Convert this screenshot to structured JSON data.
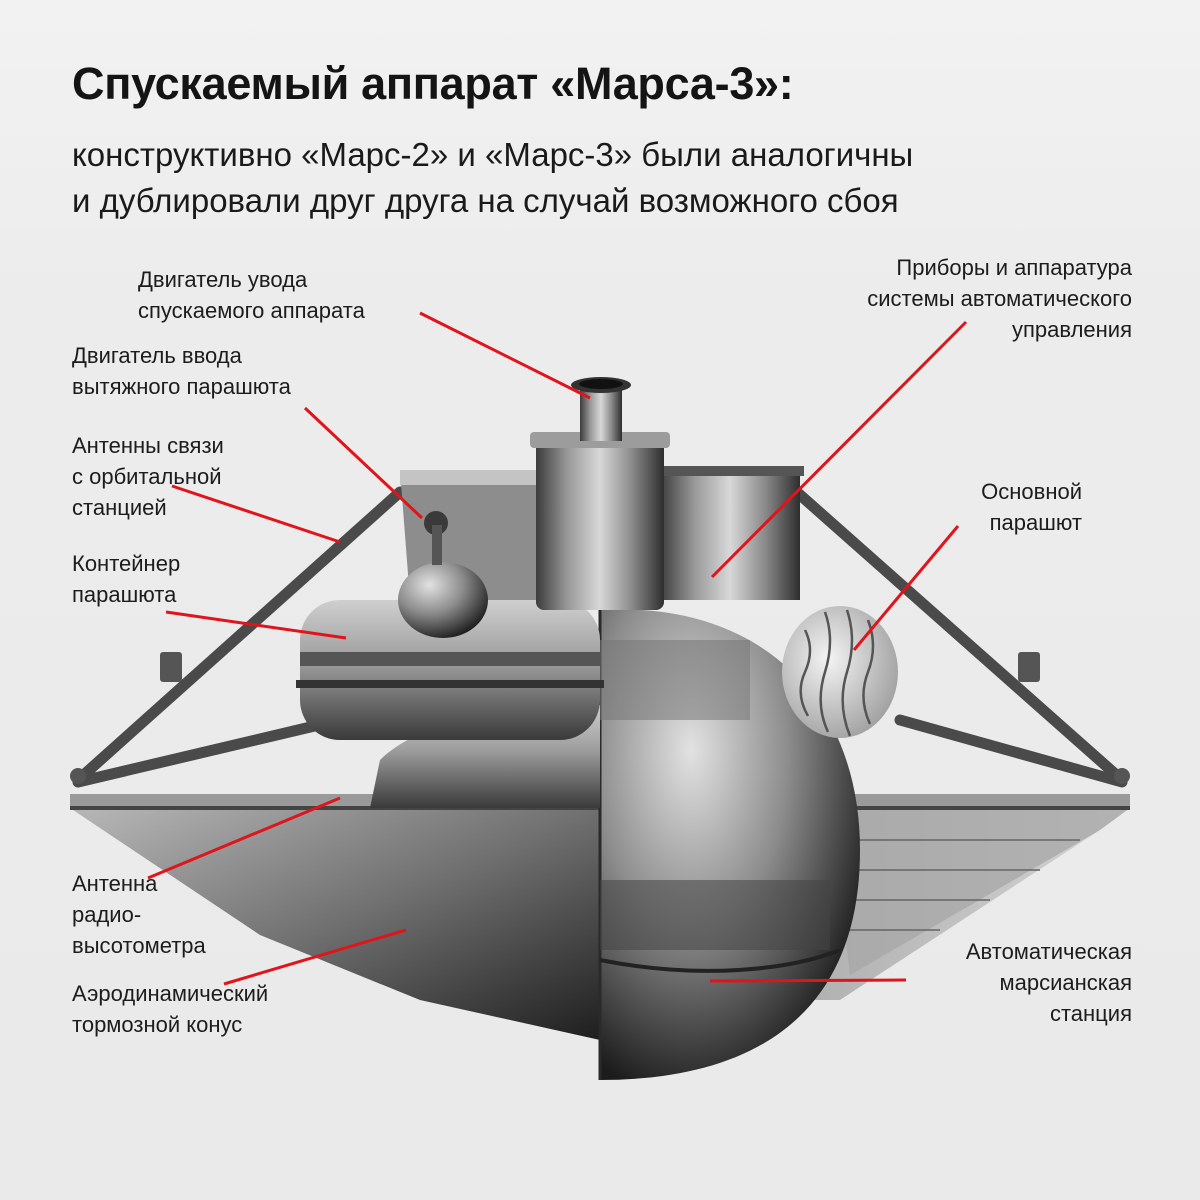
{
  "header": {
    "title": "Спускаемый аппарат «Марса-3»:",
    "subtitle_line1": "конструктивно «Марс-2» и «Марс-3» были аналогичны",
    "subtitle_line2": "и дублировали друг друга на случай возможного сбоя"
  },
  "labels": {
    "deorbit_engine": [
      "Двигатель увода",
      "спускаемого аппарата"
    ],
    "pilot_chute_engine": [
      "Двигатель ввода",
      "вытяжного парашюта"
    ],
    "orbital_antennas": [
      "Антенны связи",
      "с орбитальной",
      "станцией"
    ],
    "parachute_container": [
      "Контейнер",
      "парашюта"
    ],
    "radio_altimeter": [
      "Антенна",
      "радио-",
      "высотометра"
    ],
    "aero_cone": [
      "Аэродинамический",
      "тормозной конус"
    ],
    "control_instruments": [
      "Приборы и аппаратура",
      "системы автоматического",
      "управления"
    ],
    "main_parachute": [
      "Основной",
      "парашют"
    ],
    "mars_station": [
      "Автоматическая",
      "марсианская",
      "станция"
    ]
  },
  "colors": {
    "leader_line": "#e0141b",
    "title_text": "#141414",
    "background": "#ececec"
  }
}
